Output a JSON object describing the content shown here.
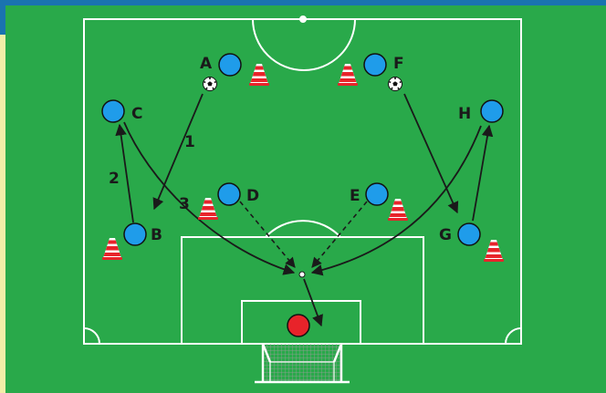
{
  "colors": {
    "pitch": "#29a94a",
    "frame_top": "#1a73b0",
    "frame_left": "#f2eea8",
    "line": "#ffffff",
    "player": "#1f9cea",
    "goalkeeper": "#e8232a",
    "cone_red": "#e8232a",
    "arrow": "#1a1a1a"
  },
  "players": [
    {
      "key": "A",
      "label": "A",
      "icon": "player-circle"
    },
    {
      "key": "F",
      "label": "F",
      "icon": "player-circle"
    },
    {
      "key": "C",
      "label": "C",
      "icon": "player-circle"
    },
    {
      "key": "H",
      "label": "H",
      "icon": "player-circle"
    },
    {
      "key": "D",
      "label": "D",
      "icon": "player-circle"
    },
    {
      "key": "E",
      "label": "E",
      "icon": "player-circle"
    },
    {
      "key": "B",
      "label": "B",
      "icon": "player-circle"
    },
    {
      "key": "G",
      "label": "G",
      "icon": "player-circle"
    }
  ],
  "goalkeeper": {
    "icon": "goalkeeper-circle"
  },
  "balls": [
    {
      "icon": "soccer-ball-icon"
    },
    {
      "icon": "soccer-ball-icon"
    }
  ],
  "cones": {
    "icon": "training-cone-icon"
  },
  "step_numbers": [
    "1",
    "2",
    "3"
  ]
}
